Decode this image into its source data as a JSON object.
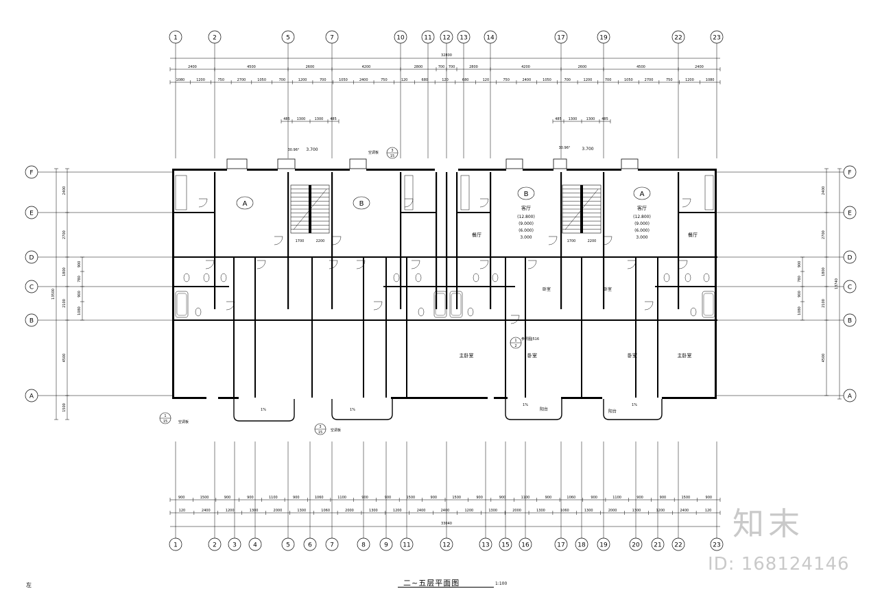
{
  "drawing": {
    "title": "二~五层平面图",
    "scale": "1:100",
    "corner_mark": "左"
  },
  "watermark": {
    "logo": "知末",
    "id": "ID: 168124146"
  },
  "axes": {
    "top": [
      "1",
      "2",
      "5",
      "7",
      "10",
      "11",
      "12",
      "13",
      "14",
      "17",
      "19",
      "22",
      "23"
    ],
    "bottom": [
      "1",
      "2",
      "3",
      "4",
      "5",
      "6",
      "7",
      "8",
      "9",
      "11",
      "12",
      "13",
      "15",
      "16",
      "17",
      "18",
      "19",
      "20",
      "21",
      "22",
      "23"
    ],
    "left": [
      "F",
      "E",
      "D",
      "C",
      "B",
      "A"
    ],
    "right": [
      "F",
      "E",
      "D",
      "C",
      "B",
      "A"
    ]
  },
  "dimensions": {
    "top_total": "32800",
    "top_row1": [
      "2400",
      "4500",
      "2600",
      "4200",
      "2800",
      "700",
      "700",
      "2800",
      "4200",
      "2600",
      "4500",
      "2400"
    ],
    "top_row2": [
      "1080",
      "1200",
      "750",
      "2700",
      "1050",
      "700",
      "1200",
      "700",
      "1050",
      "2400",
      "750",
      "120",
      "680",
      "120",
      "680",
      "120",
      "750",
      "2400",
      "1050",
      "700",
      "1200",
      "700",
      "1050",
      "2700",
      "750",
      "1200",
      "1080"
    ],
    "top_stair": [
      "485",
      "1300",
      "1300",
      "485"
    ],
    "bottom_total": "33040",
    "bottom_row1": [
      "120",
      "2400",
      "1200",
      "1300",
      "2000",
      "1300",
      "1060",
      "2000",
      "1300",
      "1200",
      "2400",
      "2400",
      "1200",
      "1300",
      "2000",
      "1300",
      "1060",
      "1300",
      "2000",
      "1300",
      "1200",
      "2400",
      "120"
    ],
    "bottom_row2": [
      "900",
      "1500",
      "900",
      "900",
      "1100",
      "900",
      "1060",
      "1100",
      "900",
      "900",
      "1500",
      "900",
      "1500",
      "900",
      "900",
      "1100",
      "900",
      "1060",
      "900",
      "1100",
      "900",
      "900",
      "1500",
      "900"
    ],
    "left_total": "13500",
    "left_segments": [
      "2400",
      "2700",
      "1800",
      "2100",
      "4500",
      "1500"
    ],
    "left_inner": [
      "900",
      "780",
      "900",
      "1080"
    ],
    "right_total": "13740",
    "right_segments": [
      "2400",
      "2700",
      "1800",
      "2100",
      "4500"
    ],
    "right_inner": [
      "900",
      "780",
      "900",
      "1080"
    ]
  },
  "rooms": {
    "unit_a": "A",
    "unit_b": "B",
    "living_room": "客厅",
    "dining_room": "餐厅",
    "bedroom": "卧室",
    "master_bedroom": "主卧室",
    "balcony": "阳台",
    "elevations": [
      "(12.800)",
      "(9.000)",
      "(6.000)",
      "3.000"
    ],
    "stair_notes": [
      "1700",
      "2200"
    ]
  },
  "notes": {
    "callout_1": "1",
    "callout_2": "2",
    "callout_3": "3",
    "callout_sheet": "15",
    "slope": "1%",
    "angle": "30.96°",
    "stair_height": "3.700",
    "window_label": "空调板",
    "detail_label": "参照图J516"
  }
}
